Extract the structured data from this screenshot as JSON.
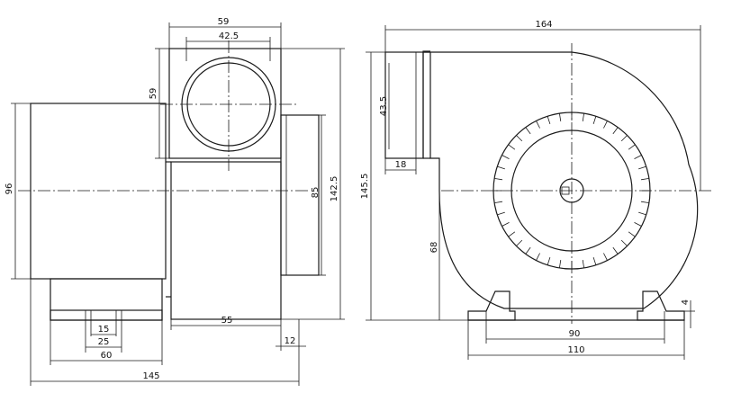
{
  "drawing": {
    "side_view": {
      "dims": {
        "top_width": "59",
        "inlet_width": "42.5",
        "inlet_height": "59",
        "body_height": "96",
        "motor_height": "85",
        "overall_height": "142.5",
        "motor_length": "55",
        "flange_offset": "12",
        "foot_slot": "15",
        "foot_inner": "25",
        "foot_width": "60",
        "overall_length": "145"
      }
    },
    "front_view": {
      "dims": {
        "overall_width": "164",
        "outlet_height": "43.5",
        "outlet_depth": "18",
        "overall_height": "145.5",
        "shaft_height": "68",
        "foot_thickness": "4",
        "mount_spacing": "90",
        "base_width": "110"
      }
    }
  }
}
